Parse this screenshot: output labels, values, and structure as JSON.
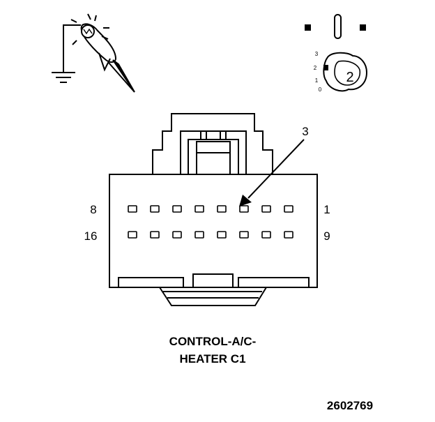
{
  "diagram": {
    "connector": {
      "caption_line1": "CONTROL-A/C-",
      "caption_line2": "HEATER C1",
      "top_row_left": "8",
      "top_row_right": "1",
      "bottom_row_left": "16",
      "bottom_row_right": "9",
      "pin_callout": "3",
      "pins_per_row": 8
    },
    "ignition_switch": {
      "position_labels": [
        "3",
        "2",
        "1",
        "0"
      ],
      "selected_position": "2"
    },
    "test_light_icon": "test-light-to-ground-icon",
    "figure_number": "2602769"
  }
}
